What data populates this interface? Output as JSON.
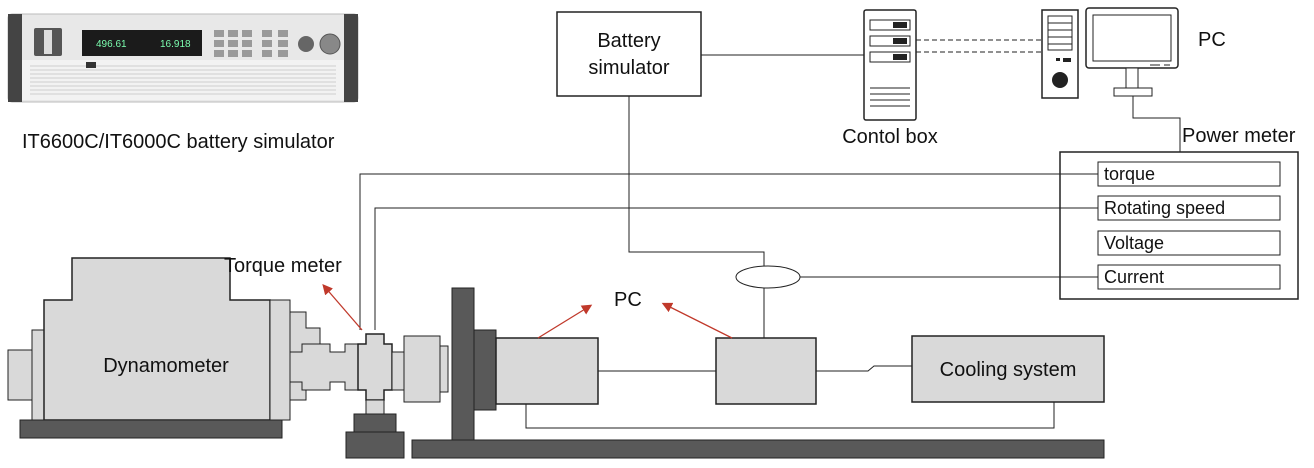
{
  "product": {
    "caption": "IT6600C/IT6000C battery simulator",
    "display_left": "496.61",
    "display_right": "16.918"
  },
  "labels": {
    "battery_simulator_line1": "Battery",
    "battery_simulator_line2": "simulator",
    "control_box": "Contol box",
    "pc_top": "PC",
    "power_meter": "Power meter",
    "torque_meter": "Torque meter",
    "pc_arrows": "PC",
    "dynamometer": "Dynamometer",
    "cooling_system": "Cooling system"
  },
  "power_meter_channels": [
    "torque",
    "Rotating speed",
    "Voltage",
    "Current"
  ],
  "colors": {
    "line": "#222222",
    "box_fill": "#d9d9d9",
    "base_fill": "#595959",
    "arrow": "#c0392b"
  }
}
